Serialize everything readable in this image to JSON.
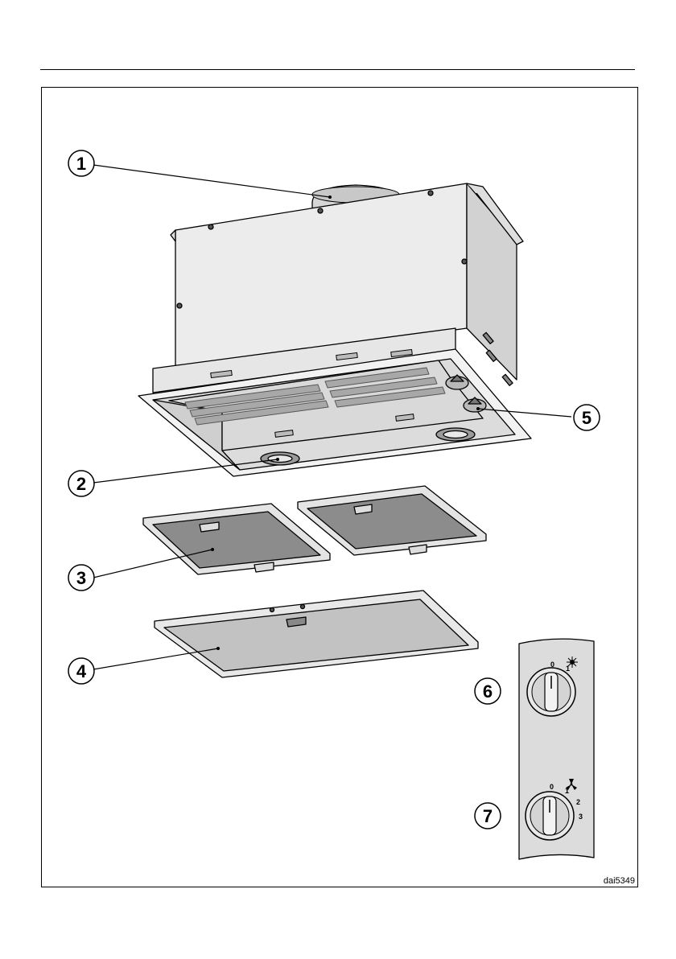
{
  "callouts": [
    {
      "number": "1",
      "part": "hood body"
    },
    {
      "number": "2",
      "part": "lamp"
    },
    {
      "number": "3",
      "part": "grease filters"
    },
    {
      "number": "4",
      "part": "front grille"
    },
    {
      "number": "5",
      "part": "control knob mount"
    },
    {
      "number": "6",
      "part": "light switch"
    },
    {
      "number": "7",
      "part": "fan speed switch"
    }
  ],
  "light_knob": {
    "positions": [
      "0",
      "1"
    ],
    "icon": "light-bulb-icon"
  },
  "fan_knob": {
    "positions": [
      "0",
      "1",
      "2",
      "3"
    ],
    "icon": "fan-icon"
  },
  "drawing_code": "dai5349",
  "colors": {
    "line": "#000000",
    "panel": "#e4e4e4",
    "panel_dark": "#cfcfcf",
    "filter": "#bdbdbd",
    "background": "#ffffff"
  }
}
